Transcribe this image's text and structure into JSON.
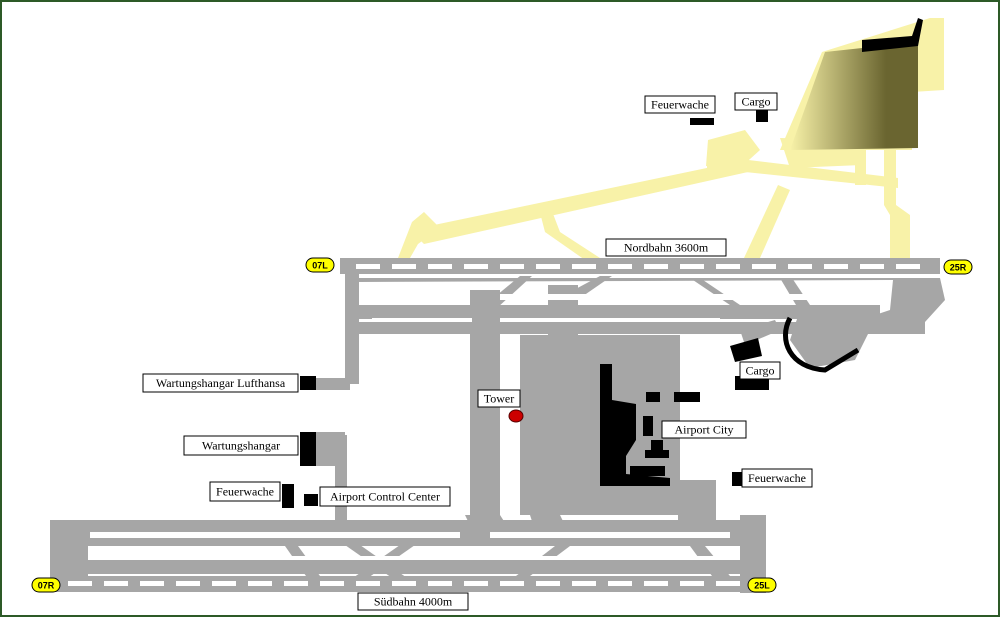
{
  "runways": {
    "north": {
      "name": "Nordbahn 3600m",
      "west_end": "07L",
      "east_end": "25R"
    },
    "south": {
      "name": "Südbahn 4000m",
      "west_end": "07R",
      "east_end": "25L"
    }
  },
  "labels": {
    "feuerwache_north": "Feuerwache",
    "cargo_north": "Cargo",
    "cargo_east": "Cargo",
    "wartungshangar_lufthansa": "Wartungshangar Lufthansa",
    "tower": "Tower",
    "airport_city": "Airport City",
    "wartungshangar": "Wartungshangar",
    "feuerwache_west": "Feuerwache",
    "airport_control_center": "Airport Control Center",
    "feuerwache_east": "Feuerwache"
  },
  "colors": {
    "frame": "#2d5a27",
    "pavement": "#a6a6a6",
    "new_area": "#f8f2a8",
    "building": "#000000",
    "runway_badge": "#ffff00",
    "tower": "#cc0000"
  }
}
